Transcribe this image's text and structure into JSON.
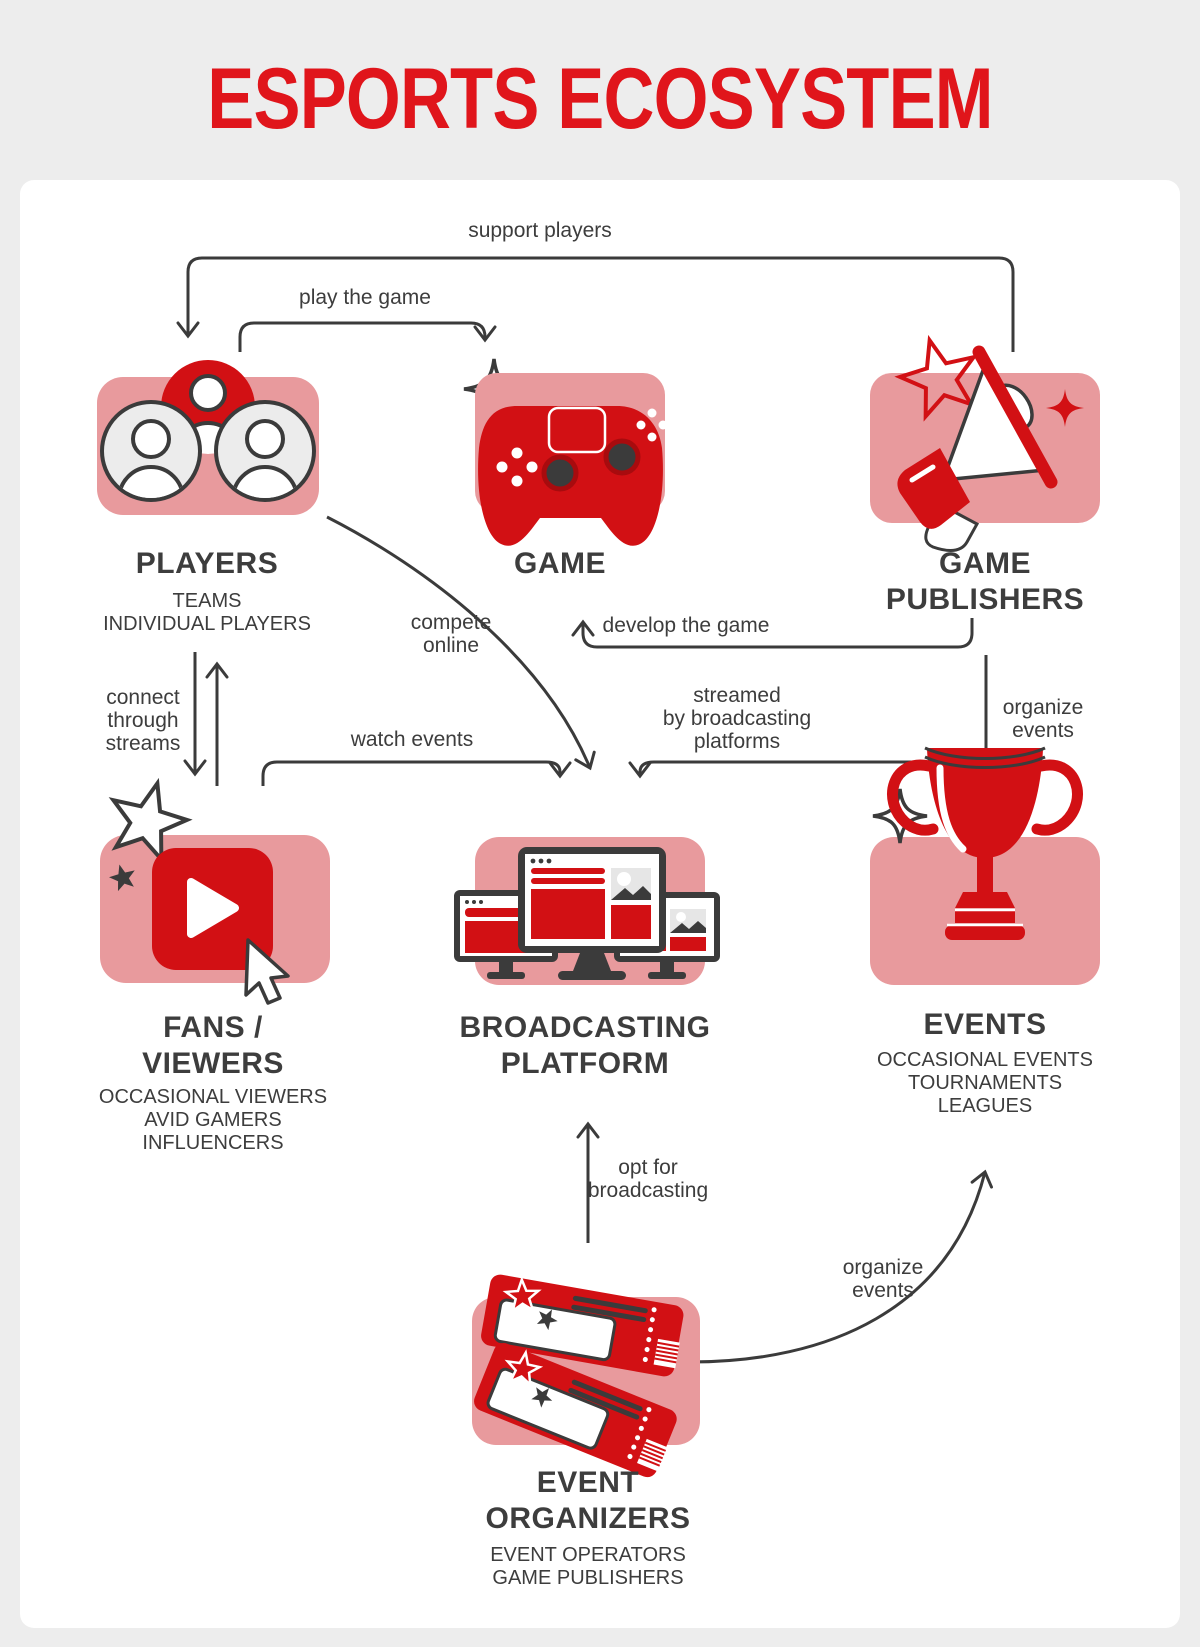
{
  "title": "ESPORTS ECOSYSTEM",
  "colors": {
    "background": "#ededed",
    "card": "#ffffff",
    "title_red": "#e0151b",
    "icon_red": "#d21014",
    "box_pink": "#e89a9d",
    "line_dark": "#3b3b3b",
    "text_dark": "#3d3d3d",
    "avatar_gray": "#ececec"
  },
  "nodes": {
    "players": {
      "icon": "players-icon",
      "title_lines": [
        "PLAYERS"
      ],
      "subtitle_lines": [
        "TEAMS",
        "INDIVIDUAL PLAYERS"
      ]
    },
    "game": {
      "icon": "gamepad-icon",
      "title_lines": [
        "GAME"
      ],
      "subtitle_lines": []
    },
    "game_publishers": {
      "icon": "megaphone-icon",
      "title_lines": [
        "GAME",
        "PUBLISHERS"
      ],
      "subtitle_lines": []
    },
    "fans_viewers": {
      "icon": "play-button-icon",
      "title_lines": [
        "FANS /",
        "VIEWERS"
      ],
      "subtitle_lines": [
        "OCCASIONAL VIEWERS",
        "AVID GAMERS",
        "INFLUENCERS"
      ]
    },
    "broadcasting_platform": {
      "icon": "monitors-icon",
      "title_lines": [
        "BROADCASTING",
        "PLATFORM"
      ],
      "subtitle_lines": []
    },
    "events": {
      "icon": "trophy-icon",
      "title_lines": [
        "EVENTS"
      ],
      "subtitle_lines": [
        "OCCASIONAL EVENTS",
        "TOURNAMENTS",
        "LEAGUES"
      ]
    },
    "event_organizers": {
      "icon": "tickets-icon",
      "title_lines": [
        "EVENT",
        "ORGANIZERS"
      ],
      "subtitle_lines": [
        "EVENT OPERATORS",
        "GAME PUBLISHERS"
      ]
    }
  },
  "edges": {
    "support_players": {
      "from": "game_publishers",
      "to": "players",
      "label_lines": [
        "support players"
      ]
    },
    "play_the_game": {
      "from": "players",
      "to": "game",
      "label_lines": [
        "play the game"
      ]
    },
    "compete_online": {
      "from": "players",
      "to": "broadcasting_platform",
      "label_lines": [
        "compete",
        "online"
      ]
    },
    "develop_the_game": {
      "from": "game_publishers",
      "to": "game",
      "label_lines": [
        "develop  the game"
      ]
    },
    "connect_through_streams": {
      "from": "players",
      "to": "fans_viewers",
      "label_lines": [
        "connect",
        "through",
        "streams"
      ]
    },
    "watch_events": {
      "from": "fans_viewers",
      "to": "broadcasting_platform",
      "label_lines": [
        "watch events"
      ]
    },
    "streamed_by_platforms": {
      "from": "events",
      "to": "broadcasting_platform",
      "label_lines": [
        "streamed",
        "by broadcasting",
        "platforms"
      ]
    },
    "organize_events_top": {
      "from": "game_publishers",
      "to": "events",
      "label_lines": [
        "organize",
        "events"
      ]
    },
    "opt_for_broadcasting": {
      "from": "event_organizers",
      "to": "broadcasting_platform",
      "label_lines": [
        "opt for",
        "broadcasting"
      ]
    },
    "organize_events_bottom": {
      "from": "event_organizers",
      "to": "events",
      "label_lines": [
        "organize",
        "events"
      ]
    }
  }
}
